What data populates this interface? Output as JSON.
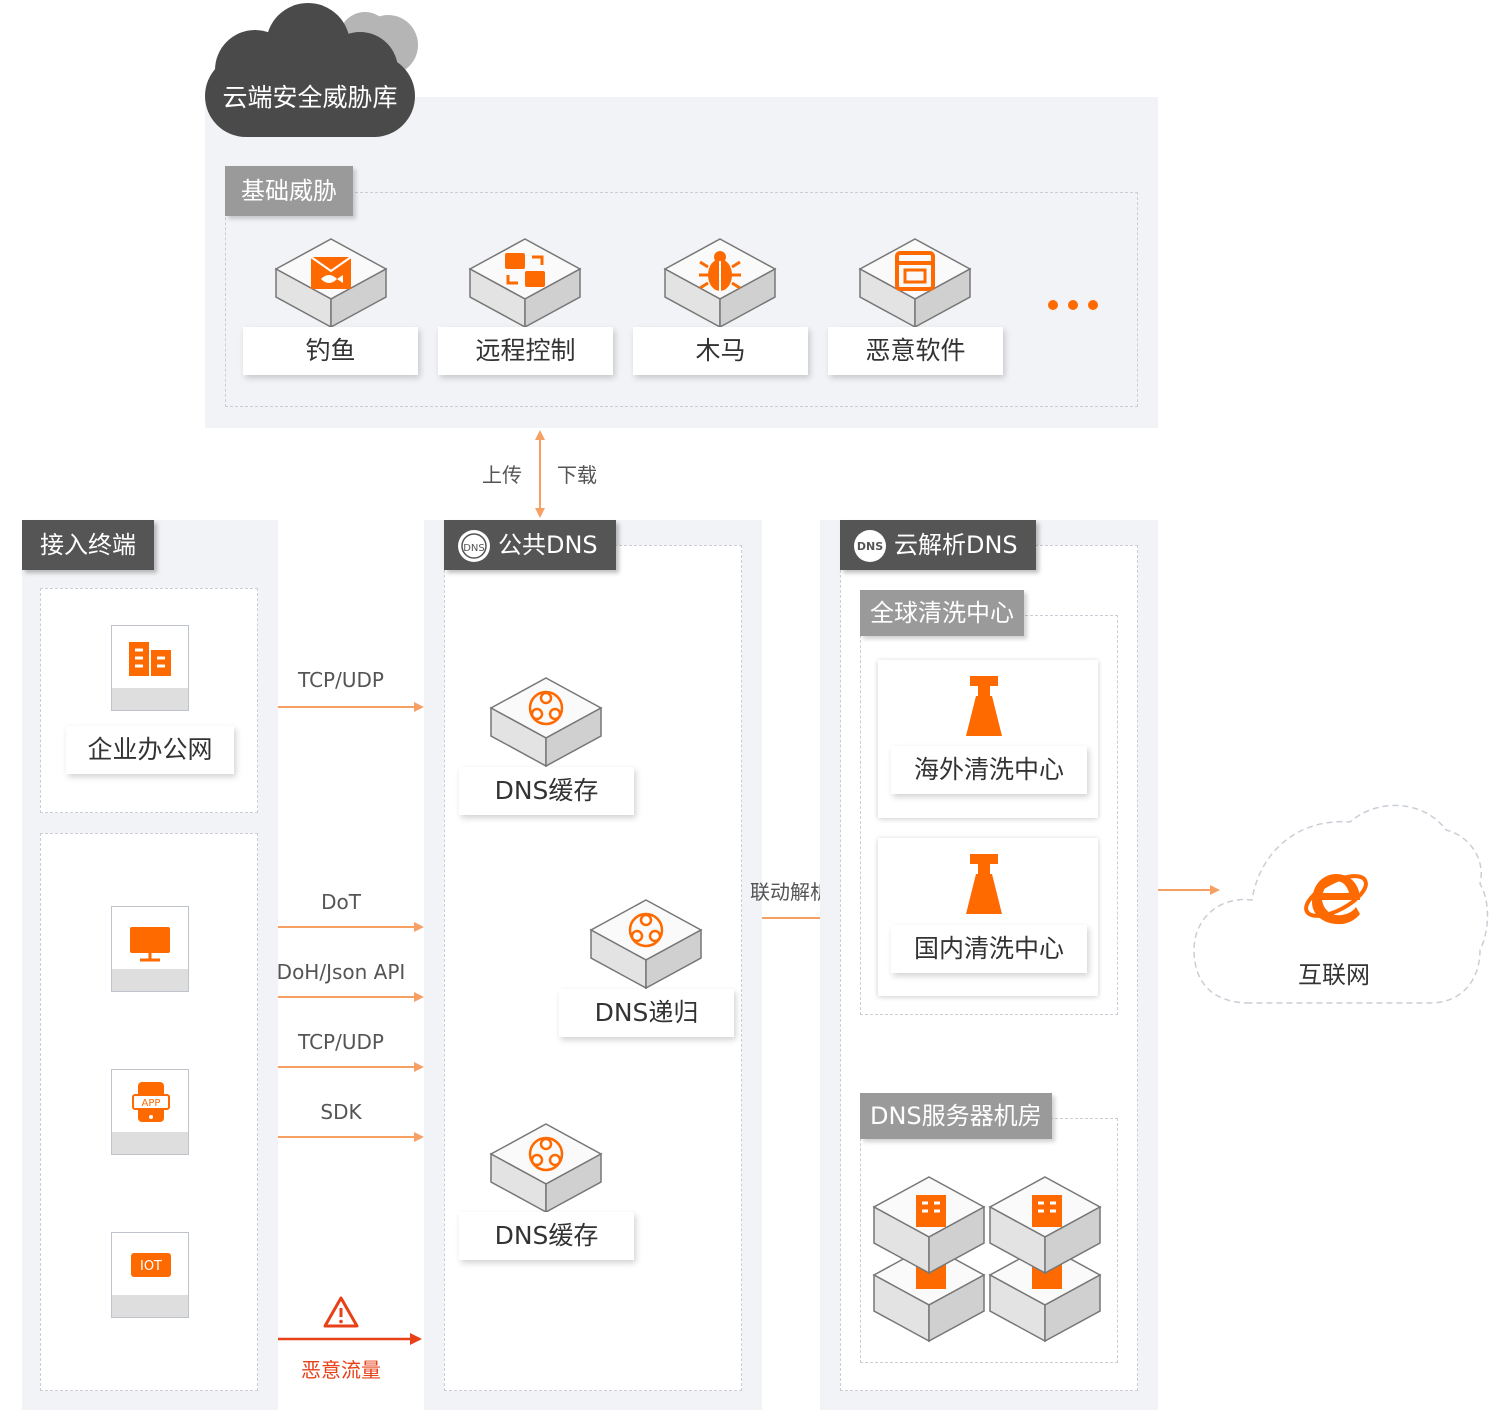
{
  "threat_library": {
    "title": "云端安全威胁库",
    "section_label": "基础威胁",
    "items": [
      {
        "label": "钓鱼",
        "icon": "phishing-icon"
      },
      {
        "label": "远程控制",
        "icon": "remote-control-icon"
      },
      {
        "label": "木马",
        "icon": "trojan-bug-icon"
      },
      {
        "label": "恶意软件",
        "icon": "malware-window-icon"
      }
    ],
    "more": "…"
  },
  "sync": {
    "upload": "上传",
    "download": "下载"
  },
  "terminals": {
    "title": "接入终端",
    "enterprise_label": "企业办公网",
    "devices": [
      {
        "icon": "building-icon"
      },
      {
        "icon": "desktop-monitor-icon"
      },
      {
        "icon": "app-phone-icon",
        "badge": "APP"
      },
      {
        "icon": "iot-icon",
        "badge": "IOT"
      }
    ]
  },
  "protocols": {
    "enterprise": "TCP/UDP",
    "dot": "DoT",
    "doh": "DoH/Json API",
    "tcp_udp": "TCP/UDP",
    "sdk": "SDK",
    "malicious": "恶意流量"
  },
  "public_dns": {
    "title": "公共DNS",
    "cache_top": "DNS缓存",
    "recursion": "DNS递归",
    "cache_bottom": "DNS缓存"
  },
  "linkage": "联动解析",
  "cloud_dns": {
    "title": "云解析DNS",
    "cleaning_center": "全球清洗中心",
    "overseas": "海外清洗中心",
    "domestic": "国内清洗中心",
    "server_room": "DNS服务器机房"
  },
  "internet": {
    "label": "互联网"
  },
  "colors": {
    "accent": "#ff6a00",
    "arrow": "#f7a064",
    "danger": "#e84118",
    "dark": "#555555",
    "panel": "#f1f3f6"
  }
}
